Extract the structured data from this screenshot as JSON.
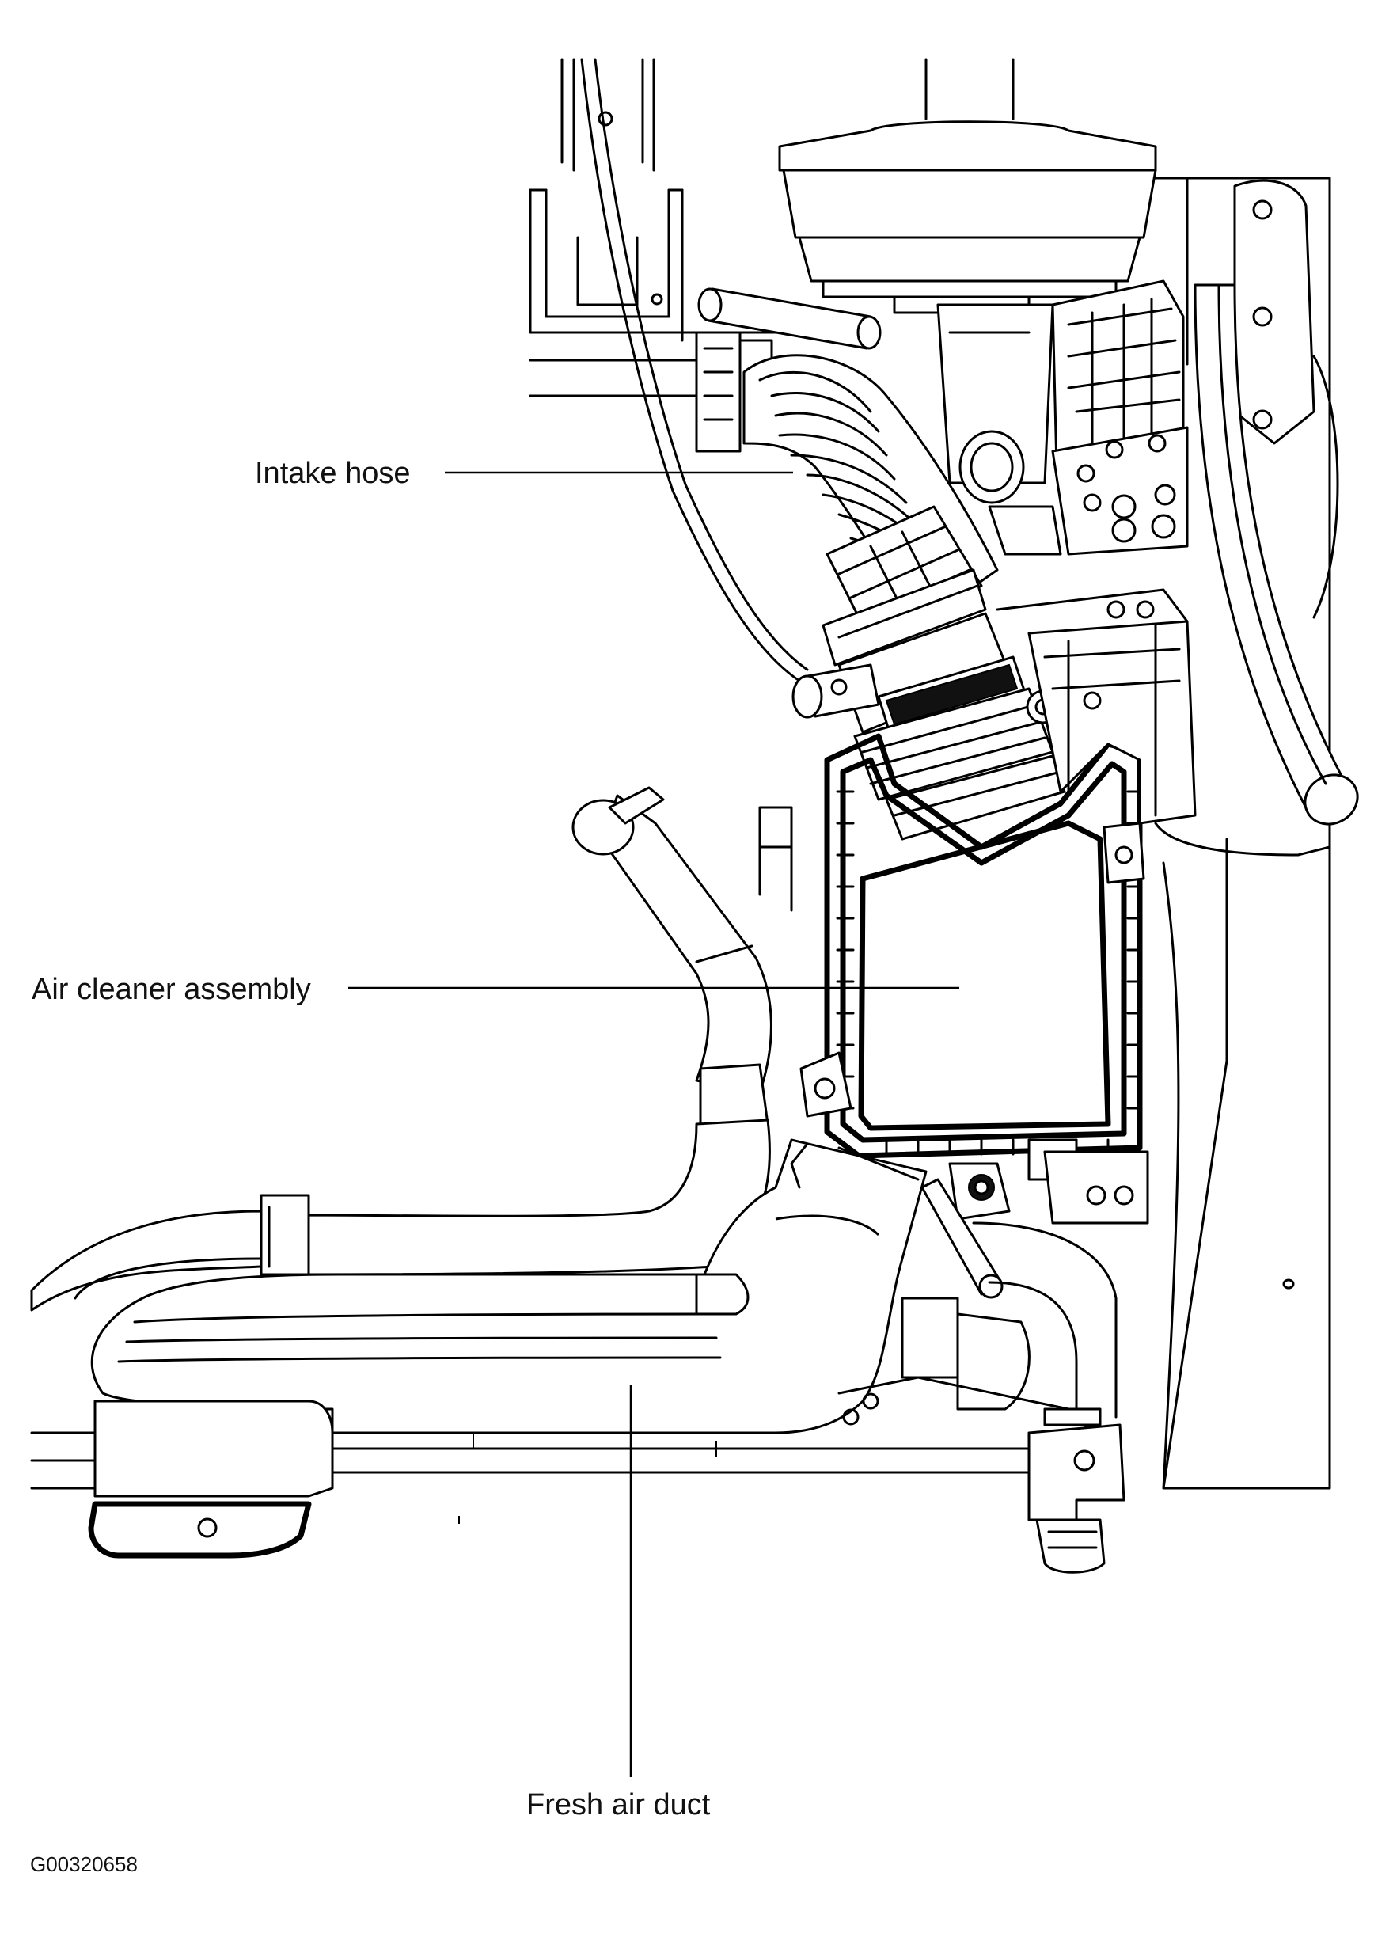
{
  "diagram": {
    "labels": {
      "intake_hose": "Intake hose",
      "air_cleaner_assembly": "Air cleaner assembly",
      "fresh_air_duct": "Fresh air duct"
    },
    "figure_id": "G00320658"
  }
}
